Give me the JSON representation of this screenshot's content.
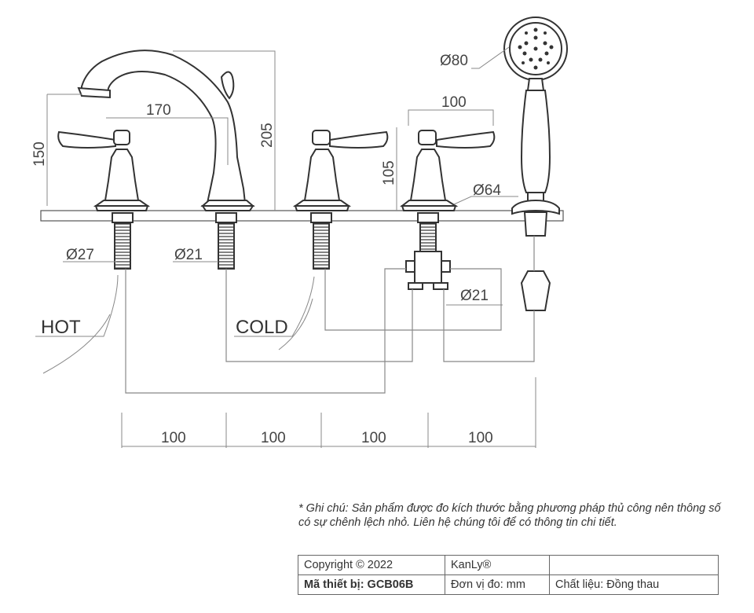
{
  "dimensions": {
    "spout_reach": "170",
    "spout_height": "205",
    "handle_height": "150",
    "handle_spacing": "100",
    "valve_height": "105",
    "shower_head_dia": "Ø80",
    "base_dia": "Ø64",
    "hot_shank_dia": "Ø27",
    "spout_shank_dia": "Ø21",
    "diverter_dia": "Ø21",
    "bottom_spacing": [
      "100",
      "100",
      "100",
      "100"
    ]
  },
  "labels": {
    "hot": "HOT",
    "cold": "COLD"
  },
  "note": "* Ghi chú: Sản phẩm được đo kích thước bằng phương pháp thủ công nên thông số có sự chênh lệch nhỏ. Liên hệ chúng tôi để có thông tin chi tiết.",
  "info_table": {
    "copyright": "Copyright © 2022",
    "brand": "KanLy®",
    "model": "Mã thiết bị: GCB06B",
    "unit": "Đơn vị đo: mm",
    "material": "Chất liệu: Đồng thau"
  },
  "colors": {
    "line": "#333333",
    "dim_line": "#888888"
  }
}
